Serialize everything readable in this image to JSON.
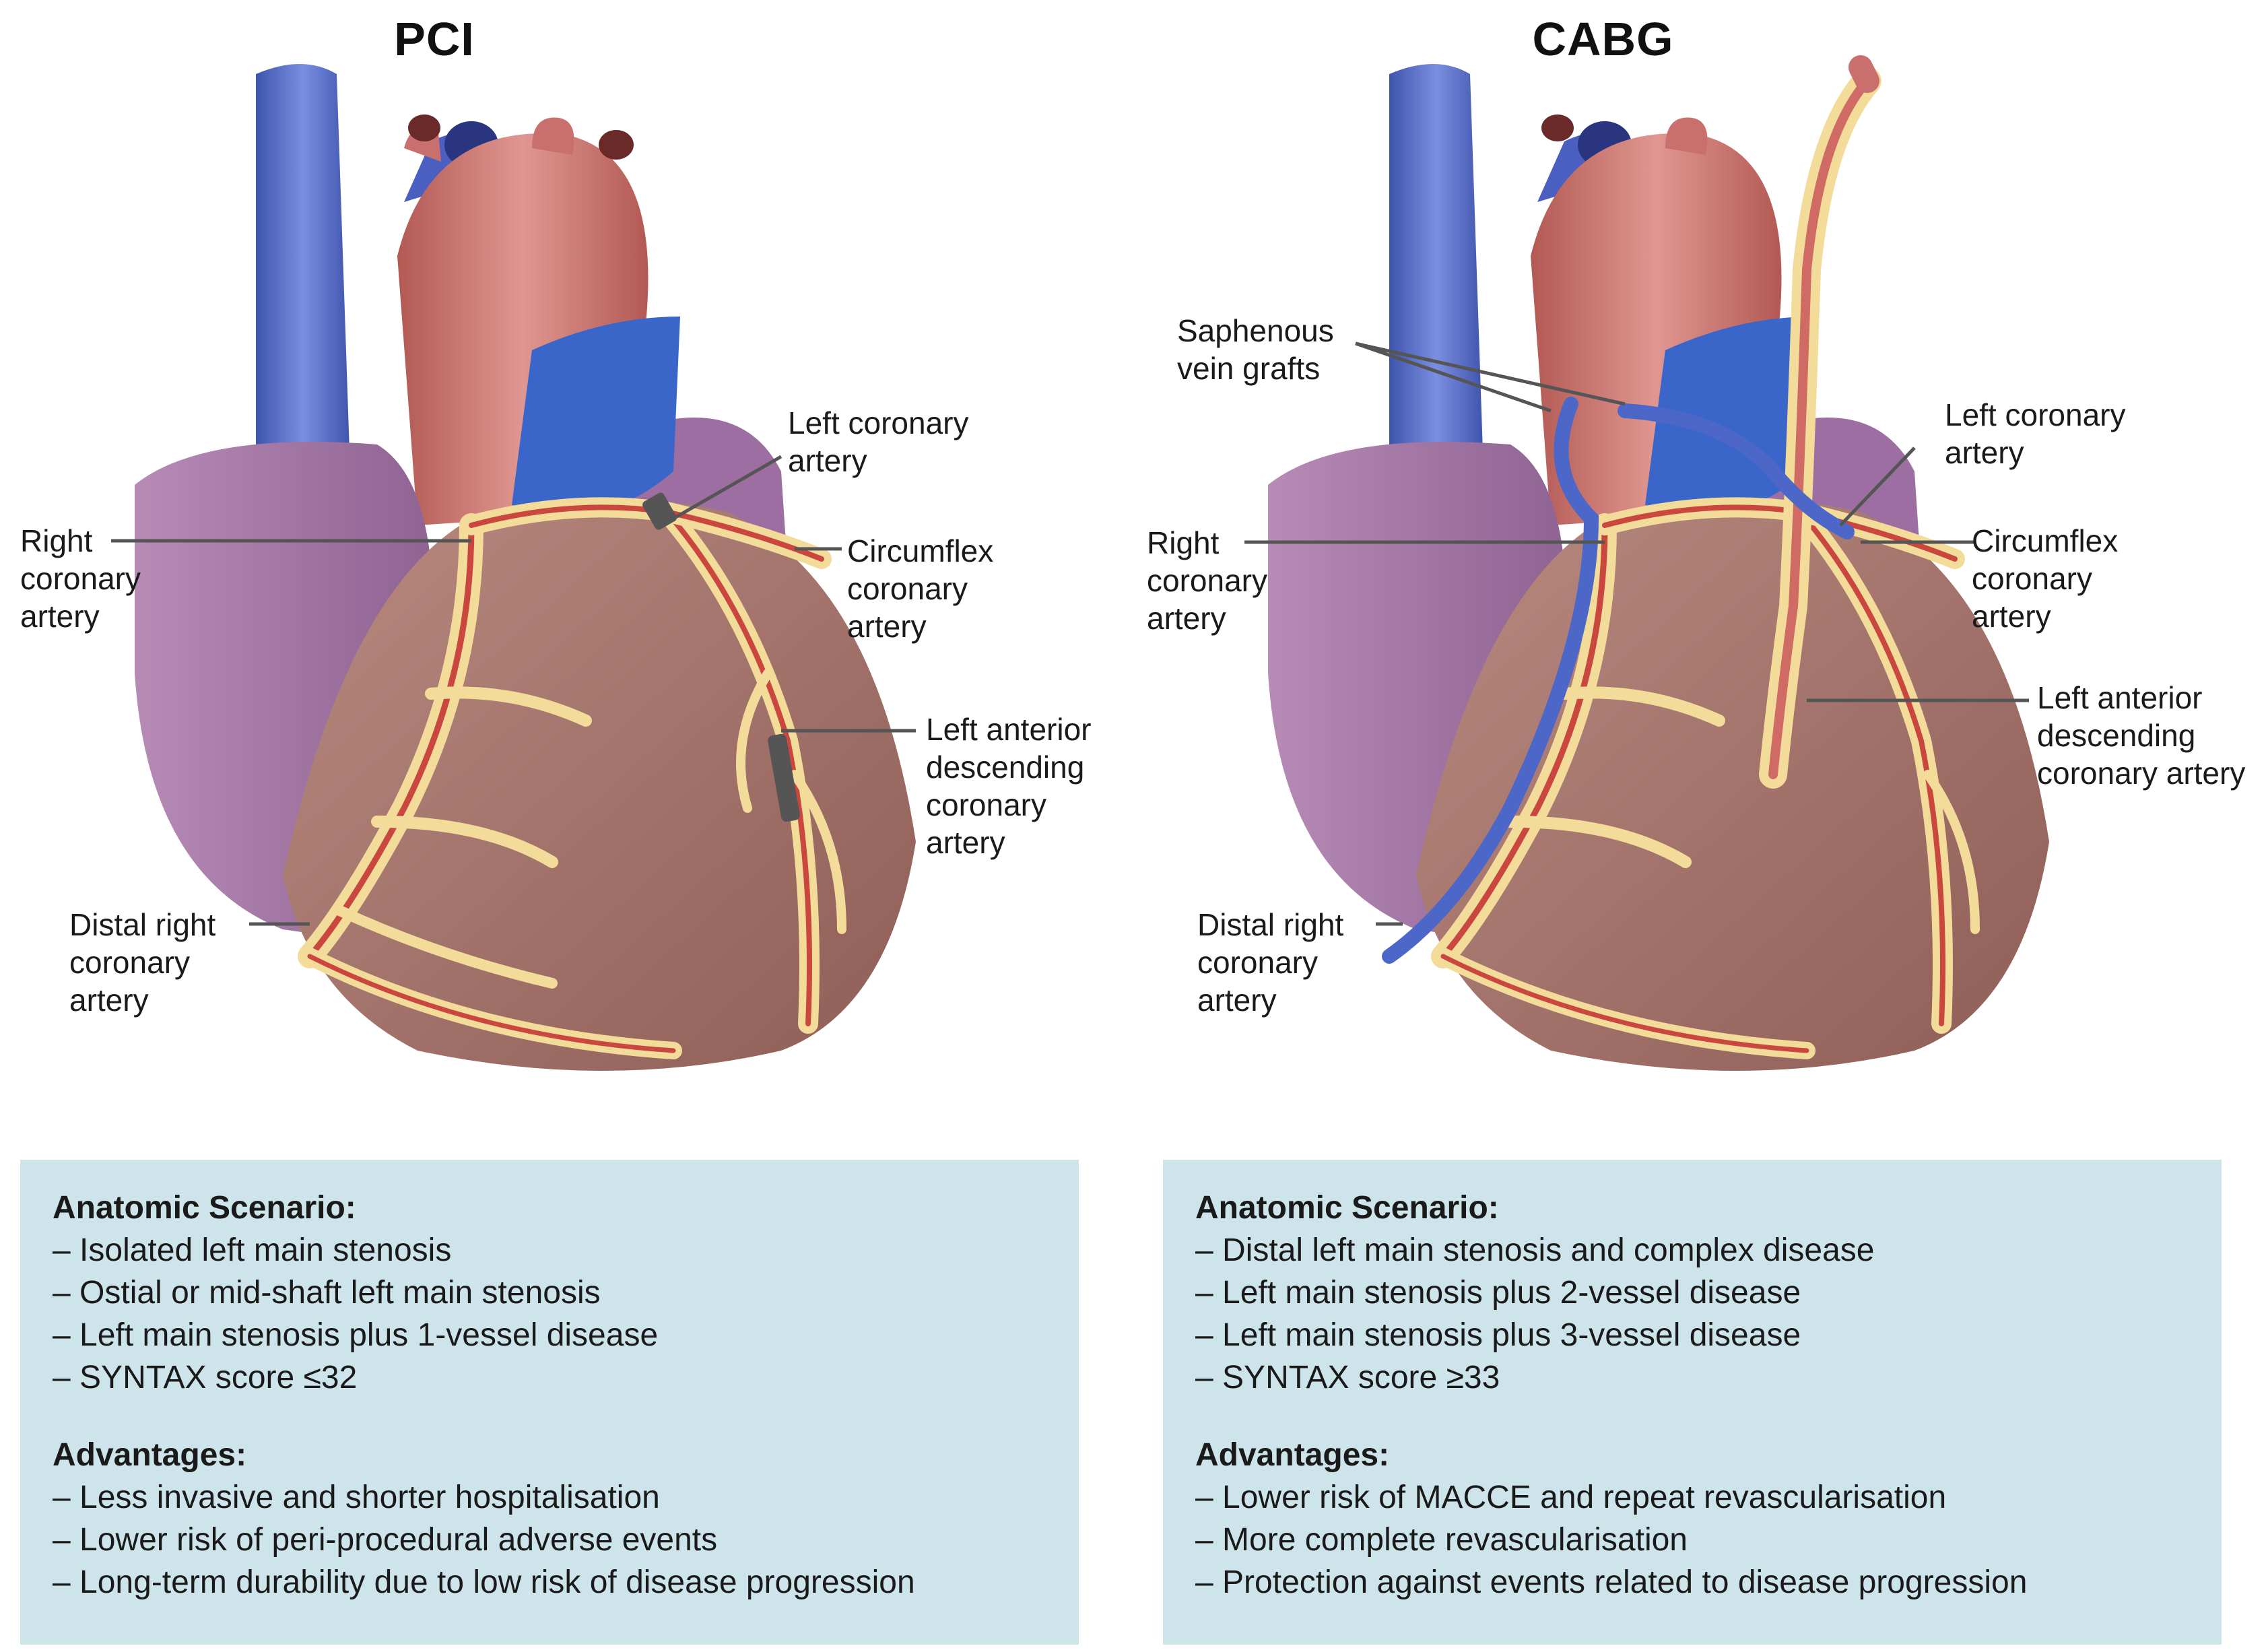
{
  "pci": {
    "title": "PCI",
    "labels": {
      "right_coronary": "Right\ncoronary\nartery",
      "left_coronary": "Left coronary\nartery",
      "circumflex": "Circumflex\ncoronary\nartery",
      "lad": "Left anterior\ndescending\ncoronary artery",
      "distal_right": "Distal right\ncoronary\nartery"
    },
    "box": {
      "anatomic_heading": "Anatomic Scenario:",
      "anatomic_items": [
        "– Isolated left main stenosis",
        "– Ostial or mid-shaft left main stenosis",
        "– Left main stenosis plus 1-vessel disease",
        "– SYNTAX score ≤32"
      ],
      "advantages_heading": "Advantages:",
      "advantages_items": [
        "– Less invasive and shorter hospitalisation",
        "– Lower risk of peri-procedural adverse events",
        "– Long-term durability due to low risk of disease progression"
      ]
    }
  },
  "cabg": {
    "title": "CABG",
    "labels": {
      "saphenous": "Saphenous\nvein grafts",
      "right_coronary": "Right\ncoronary\nartery",
      "left_coronary": "Left coronary\nartery",
      "circumflex": "Circumflex\ncoronary\nartery",
      "lad": "Left anterior\ndescending\ncoronary artery",
      "distal_right": "Distal right\ncoronary\nartery"
    },
    "box": {
      "anatomic_heading": "Anatomic Scenario:",
      "anatomic_items": [
        "– Distal left main stenosis and complex disease",
        "– Left main stenosis plus 2-vessel disease",
        "– Left main stenosis plus 3-vessel disease",
        "– SYNTAX score ≥33"
      ],
      "advantages_heading": "Advantages:",
      "advantages_items": [
        "– Lower risk of MACCE and repeat revascularisation",
        "– More complete revascularisation",
        "– Protection against events related to disease progression"
      ]
    }
  },
  "colors": {
    "vein_blue": "#5b6fc4",
    "pulmonary_blue": "#3a66c9",
    "aorta_red": "#c9706e",
    "atrium_purple": "#a678a8",
    "ventricle_brown": "#a8766c",
    "fat_yellow": "#f3dc9a",
    "artery_red": "#c9473f",
    "box_bg": "#cde4ea"
  }
}
